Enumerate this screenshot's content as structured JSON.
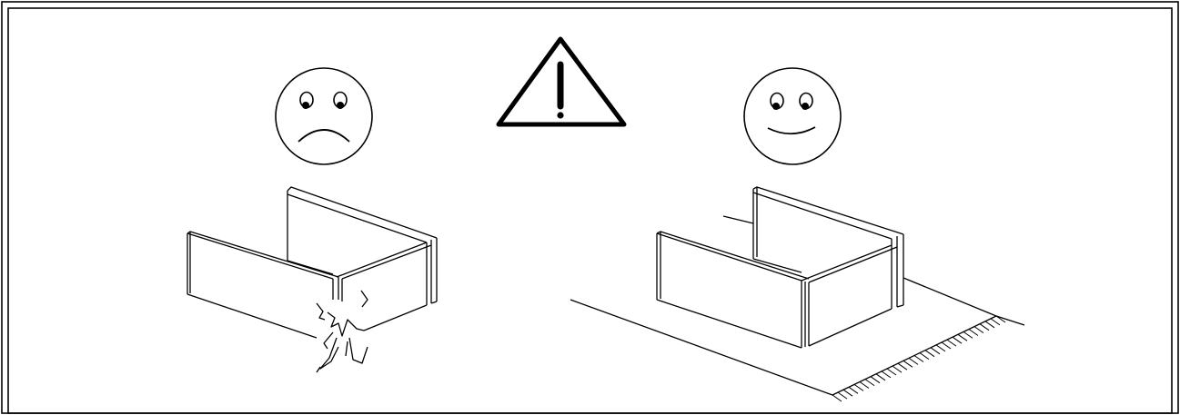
{
  "diagram": {
    "warning_symbol": "exclamation-triangle",
    "left_panel": {
      "face": "sad-face",
      "drawing": "wooden-frame-without-base-breaking-at-corner"
    },
    "right_panel": {
      "face": "happy-face",
      "drawing": "wooden-frame-on-flat-ground"
    },
    "colors": {
      "line": "#000000",
      "background": "#ffffff"
    }
  }
}
